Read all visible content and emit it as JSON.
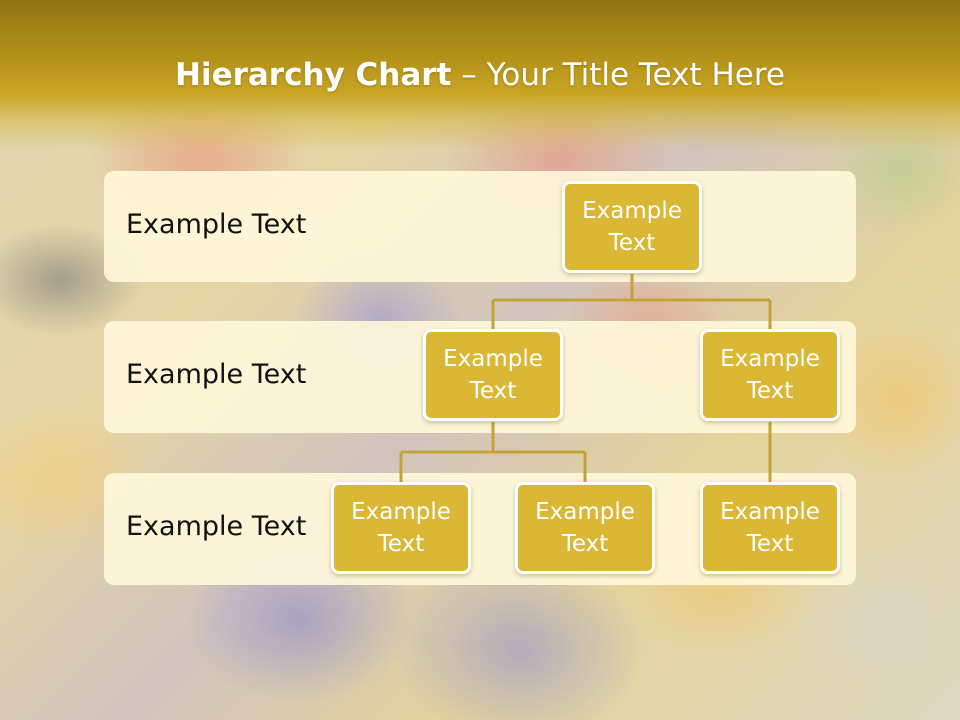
{
  "slide": {
    "title_bold": "Hierarchy Chart",
    "title_rest": " – Your Title Text Here"
  },
  "bands": [
    {
      "label": "Example Text"
    },
    {
      "label": "Example Text"
    },
    {
      "label": "Example Text"
    }
  ],
  "nodes": {
    "root": "Example Text",
    "level2_left": "Example Text",
    "level2_right": "Example Text",
    "level3_left": "Example Text",
    "level3_middle": "Example Text",
    "level3_right": "Example Text"
  },
  "colors": {
    "title_bar": "#b08f18",
    "node_fill": "#dbb736",
    "node_border": "#ffffff",
    "connector": "#c4a23a",
    "band_fill": "#fff8da"
  }
}
